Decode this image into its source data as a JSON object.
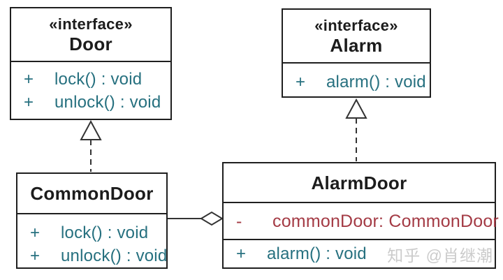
{
  "diagram": {
    "type": "uml-class-diagram",
    "classes": [
      {
        "id": "door",
        "stereotype": "«interface»",
        "name": "Door",
        "attributes": [],
        "methods": [
          {
            "visibility": "+",
            "signature": "lock() : void"
          },
          {
            "visibility": "+",
            "signature": "unlock() : void"
          }
        ]
      },
      {
        "id": "alarm",
        "stereotype": "«interface»",
        "name": "Alarm",
        "attributes": [],
        "methods": [
          {
            "visibility": "+",
            "signature": "alarm() : void"
          }
        ]
      },
      {
        "id": "commondoor",
        "stereotype": "",
        "name": "CommonDoor",
        "attributes": [],
        "methods": [
          {
            "visibility": "+",
            "signature": "lock() : void"
          },
          {
            "visibility": "+",
            "signature": "unlock() : void"
          }
        ]
      },
      {
        "id": "alarmdoor",
        "stereotype": "",
        "name": "AlarmDoor",
        "attributes": [
          {
            "visibility": "-",
            "signature": "commonDoor: CommonDoor"
          }
        ],
        "methods": [
          {
            "visibility": "+",
            "signature": "alarm() : void"
          }
        ]
      }
    ],
    "relationships": [
      {
        "type": "realization",
        "from": "CommonDoor",
        "to": "Door",
        "line": "dashed",
        "head": "hollow-triangle"
      },
      {
        "type": "realization",
        "from": "AlarmDoor",
        "to": "Alarm",
        "line": "dashed",
        "head": "hollow-triangle"
      },
      {
        "type": "aggregation",
        "from": "AlarmDoor",
        "to": "CommonDoor",
        "line": "solid",
        "head": "hollow-diamond"
      }
    ],
    "colors": {
      "border": "#1f1f1f",
      "method_text": "#26707f",
      "attribute_text": "#a43b45",
      "title_text": "#1c1c1c",
      "watermark_text": "#cbcbcb",
      "background": "#ffffff"
    },
    "watermark": {
      "text": "知乎 @肖继潮"
    }
  }
}
